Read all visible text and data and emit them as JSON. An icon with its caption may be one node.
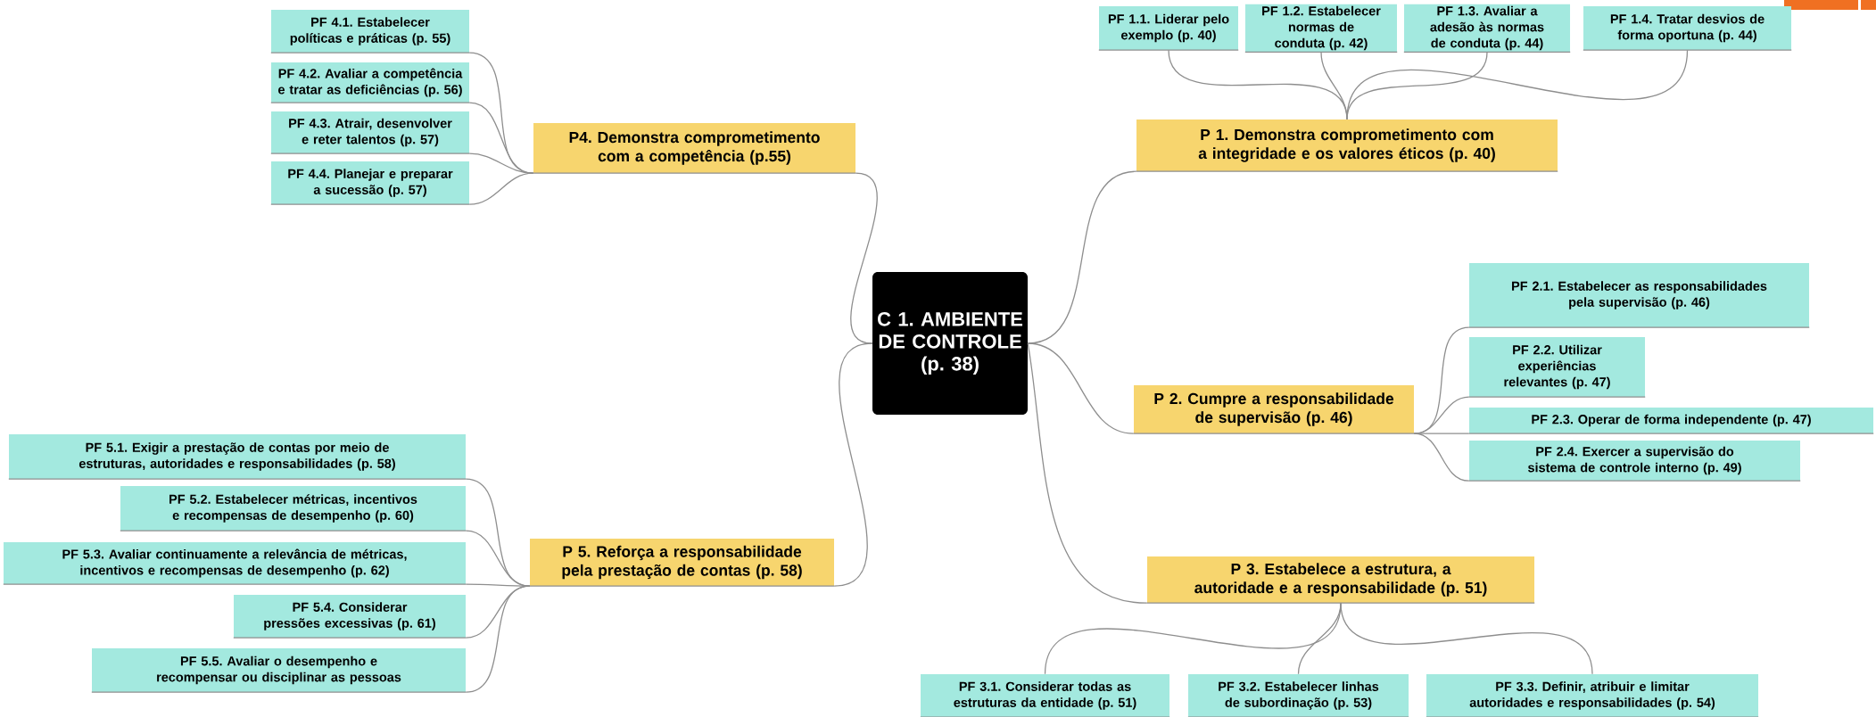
{
  "diagram": {
    "nodes": [
      {
        "text": [
          "C 1. AMBIENTE DE CONTROLE (p. 38)"
        ]
      },
      {
        "text": [
          "P 1. Demonstra comprometimento com a integridade e os valores éticos (p. 40)"
        ]
      },
      {
        "text": [
          "PF 1.1. Liderar pelo exemplo (p. 40)"
        ]
      },
      {
        "text": [
          "PF 1.2. Estabelecer normas de conduta (p. 42)"
        ]
      },
      {
        "text": [
          "PF 1.3. Avaliar a adesão às normas de conduta (p. 44)"
        ]
      },
      {
        "text": [
          "PF 1.4. Tratar desvios de forma oportuna (p. 44)"
        ]
      },
      {
        "text": [
          "P 2. Cumpre a responsabilidade de supervisão (p. 46)"
        ]
      },
      {
        "text": [
          "PF 2.1. Estabelecer as responsabilidades pela supervisão (p. 46)"
        ]
      },
      {
        "text": [
          "PF 2.2. Utilizar experiências relevantes (p. 47)"
        ]
      },
      {
        "text": [
          "PF 2.3. Operar de forma independente (p. 47)"
        ]
      },
      {
        "text": [
          "PF 2.4. Exercer a supervisão do sistema de controle interno (p. 49)"
        ]
      },
      {
        "text": [
          "P 3. Estabelece a estrutura, a autoridade e a responsabilidade (p. 51)"
        ]
      },
      {
        "text": [
          "PF 3.1. Considerar todas as estruturas da entidade (p. 51)"
        ]
      },
      {
        "text": [
          "PF 3.2. Estabelecer linhas de subordinação (p. 53)"
        ]
      },
      {
        "text": [
          "PF 3.3. Definir, atribuir e limitar autoridades e responsabilidades (p. 54)"
        ]
      },
      {
        "text": [
          "P4. Demonstra comprometimento com a competência (p.55)"
        ]
      },
      {
        "text": [
          "PF 4.1. Estabelecer políticas e práticas (p. 55)"
        ]
      },
      {
        "text": [
          "PF 4.2. Avaliar a competência e tratar as deficiências (p. 56)"
        ]
      },
      {
        "text": [
          "PF 4.3. Atrair, desenvolver e reter talentos (p. 57)"
        ]
      },
      {
        "text": [
          "PF 4.4. Planejar e preparar a sucessão (p. 57)"
        ]
      },
      {
        "text": [
          "P 5. Reforça a responsabilidade pela prestação de contas (p. 58)"
        ]
      },
      {
        "text": [
          "PF 5.1. Exigir a prestação de contas por meio de estruturas, autoridades e responsabilidades (p. 58)"
        ]
      },
      {
        "text": [
          "PF 5.2. Estabelecer métricas, incentivos e recompensas de desempenho (p. 60)"
        ]
      },
      {
        "text": [
          "PF 5.3. Avaliar continuamente a relevância de métricas, incentivos e recompensas de desempenho (p. 62)"
        ]
      },
      {
        "text": [
          "PF 5.4. Considerar pressões excessivas (p. 61)"
        ]
      },
      {
        "text": [
          "PF 5.5. Avaliar o desempenho e recompensar ou disciplinar as pessoas"
        ]
      }
    ],
    "edges": [
      {
        "from": 0,
        "to": 1,
        "arrow": "none"
      },
      {
        "from": 1,
        "to": 2,
        "arrow": "none"
      },
      {
        "from": 1,
        "to": 3,
        "arrow": "none"
      },
      {
        "from": 1,
        "to": 4,
        "arrow": "none"
      },
      {
        "from": 1,
        "to": 5,
        "arrow": "none"
      },
      {
        "from": 0,
        "to": 6,
        "arrow": "none"
      },
      {
        "from": 6,
        "to": 7,
        "arrow": "none"
      },
      {
        "from": 6,
        "to": 8,
        "arrow": "none"
      },
      {
        "from": 6,
        "to": 9,
        "arrow": "none"
      },
      {
        "from": 6,
        "to": 10,
        "arrow": "none"
      },
      {
        "from": 0,
        "to": 11,
        "arrow": "none"
      },
      {
        "from": 11,
        "to": 12,
        "arrow": "none"
      },
      {
        "from": 11,
        "to": 13,
        "arrow": "none"
      },
      {
        "from": 11,
        "to": 14,
        "arrow": "none"
      },
      {
        "from": 0,
        "to": 15,
        "arrow": "none"
      },
      {
        "from": 15,
        "to": 16,
        "arrow": "none"
      },
      {
        "from": 15,
        "to": 17,
        "arrow": "none"
      },
      {
        "from": 15,
        "to": 18,
        "arrow": "none"
      },
      {
        "from": 15,
        "to": 19,
        "arrow": "none"
      },
      {
        "from": 0,
        "to": 20,
        "arrow": "none"
      },
      {
        "from": 20,
        "to": 21,
        "arrow": "none"
      },
      {
        "from": 20,
        "to": 22,
        "arrow": "none"
      },
      {
        "from": 20,
        "to": 23,
        "arrow": "none"
      },
      {
        "from": 20,
        "to": 24,
        "arrow": "none"
      },
      {
        "from": 20,
        "to": 25,
        "arrow": "none"
      }
    ]
  }
}
